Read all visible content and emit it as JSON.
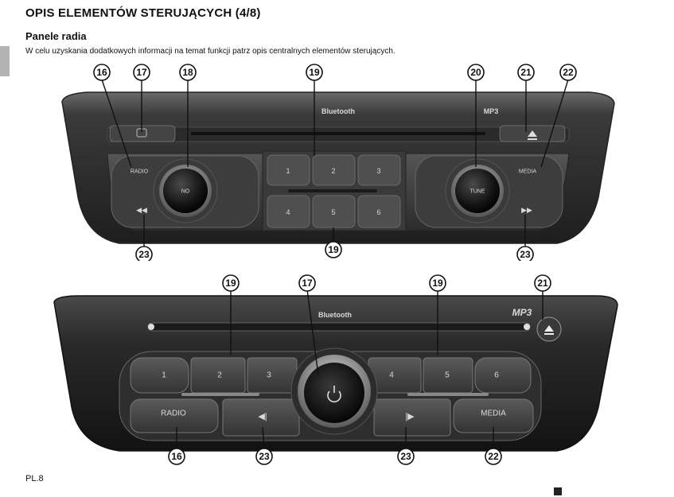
{
  "page": {
    "title": "OPIS ELEMENTÓW STERUJĄCYCH (4/8)",
    "subtitle": "Panele radia",
    "intro": "W celu uzyskania dodatkowych informacji na temat funkcji patrz opis centralnych elementów sterujących.",
    "page_number": "PL.8"
  },
  "top_panel": {
    "brand_label": "Bluetooth",
    "mp3_label": "MP3",
    "radio_label": "RADIO",
    "media_label": "MEDIA",
    "left_knob_label": "NO",
    "right_knob_label": "TUNE",
    "preset_buttons": [
      "1",
      "2",
      "3",
      "4",
      "5",
      "6"
    ],
    "callouts": [
      "16",
      "17",
      "18",
      "19",
      "20",
      "21",
      "22",
      "23",
      "19",
      "23"
    ]
  },
  "bottom_panel": {
    "brand_label": "Bluetooth",
    "mp3_label": "MP3",
    "radio_label": "RADIO",
    "media_label": "MEDIA",
    "preset_buttons": [
      "1",
      "2",
      "3",
      "4",
      "5",
      "6"
    ],
    "callouts": [
      "19",
      "17",
      "19",
      "21",
      "16",
      "23",
      "23",
      "22"
    ]
  }
}
